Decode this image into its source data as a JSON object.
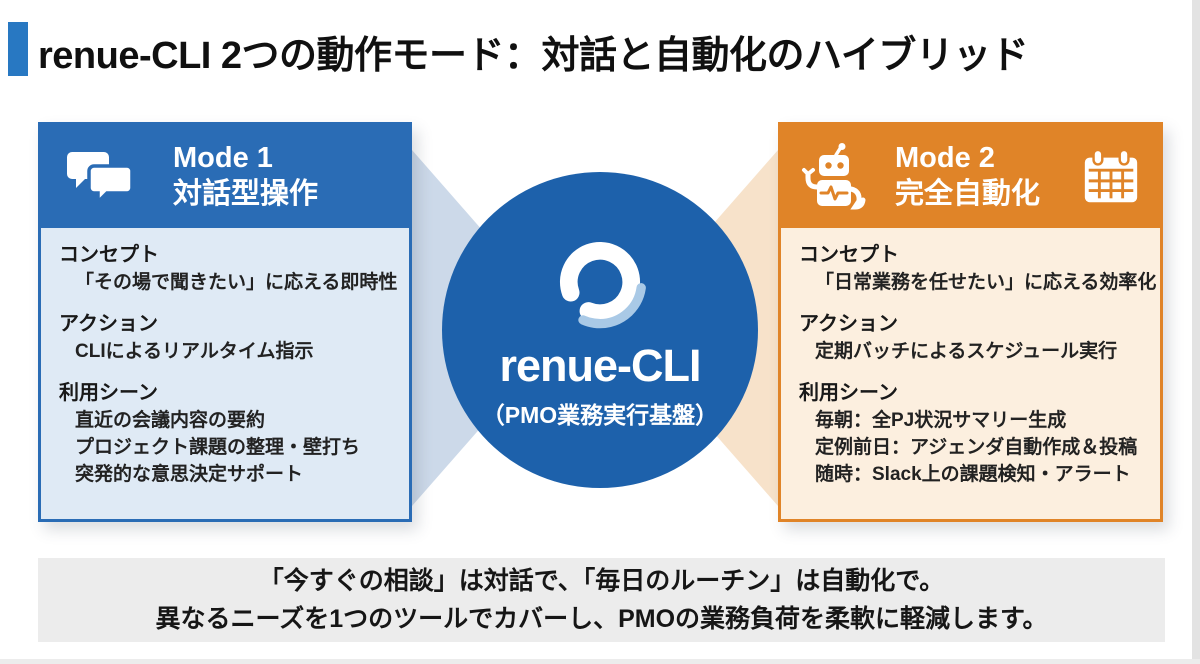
{
  "slide": {
    "title": "renue-CLI 2つの動作モード：対話と自動化のハイブリッド"
  },
  "mode1": {
    "label": "Mode 1",
    "subtitle": "対話型操作",
    "icon": "chat-bubbles-icon",
    "accent_color": "#2a6cb5",
    "body_color": "#dfeaf5",
    "triangle_color": "#ccd9e9",
    "sections": [
      {
        "label": "コンセプト",
        "lines": [
          "「その場で聞きたい」に応える即時性"
        ]
      },
      {
        "label": "アクション",
        "lines": [
          "CLIによるリアルタイム指示"
        ]
      },
      {
        "label": "利用シーン",
        "lines": [
          "直近の会議内容の要約",
          "プロジェクト課題の整理・壁打ち",
          "突発的な意思決定サポート"
        ]
      }
    ]
  },
  "mode2": {
    "label": "Mode 2",
    "subtitle": "完全自動化",
    "icons": [
      "robot-icon",
      "calendar-icon"
    ],
    "accent_color": "#e08428",
    "body_color": "#fcefdf",
    "triangle_color": "#f7e2ca",
    "sections": [
      {
        "label": "コンセプト",
        "lines": [
          "「日常業務を任せたい」に応える効率化"
        ]
      },
      {
        "label": "アクション",
        "lines": [
          "定期バッチによるスケジュール実行"
        ]
      },
      {
        "label": "利用シーン",
        "lines": [
          "毎朝：全PJ状況サマリー生成",
          "定例前日：アジェンダ自動作成＆投稿",
          "随時：Slack上の課題検知・アラート"
        ]
      }
    ]
  },
  "center": {
    "product": "renue-CLI",
    "subtitle": "（PMO業務実行基盤）",
    "icon": "renue-swirl-logo-icon",
    "circle_color": "#1d61ab"
  },
  "footer": {
    "line1": "「今すぐの相談」は対話で、「毎日のルーチン」は自動化で。",
    "line2": "異なるニーズを1つのツールでカバーし、PMOの業務負荷を柔軟に軽減します。"
  }
}
